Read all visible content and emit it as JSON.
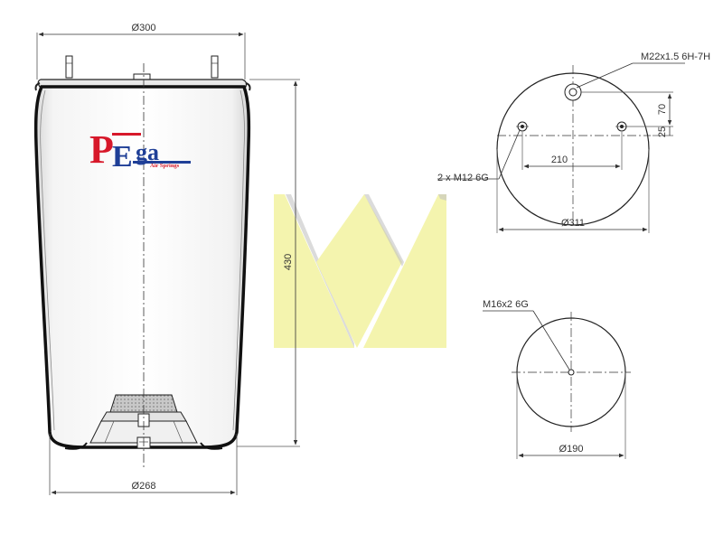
{
  "drawing": {
    "left_view": {
      "top_diameter": "Ø300",
      "bottom_diameter": "Ø268",
      "height": "430"
    },
    "top_plate": {
      "center_thread": "M22x1.5 6H-7H",
      "stud_thread": "2 x M12 6G",
      "offset_vertical": "70",
      "offset_small": "25",
      "stud_spacing": "210",
      "diameter": "Ø311"
    },
    "bottom_plate": {
      "thread": "M16x2 6G",
      "diameter": "Ø190"
    }
  },
  "logo": {
    "letter_p": "P",
    "letter_e": "E",
    "letters_ga": "ga",
    "subtitle": "Air Springs"
  },
  "colors": {
    "logo_red": "#d7182a",
    "logo_blue": "#1f3f97",
    "watermark_yellow": "#f3f3a0",
    "line": "#1a1a1a",
    "bellow_fill": "#f7f7f7"
  }
}
